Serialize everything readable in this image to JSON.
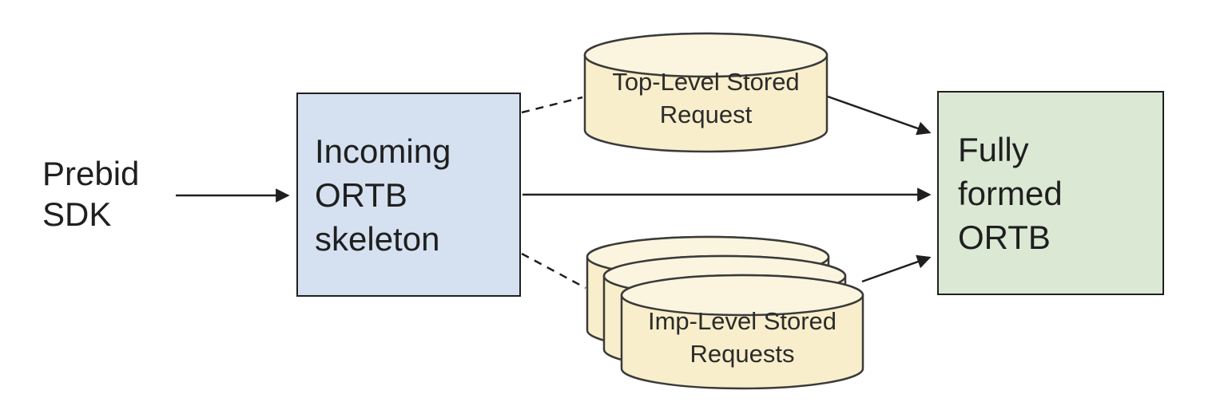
{
  "diagram": {
    "background": "#ffffff",
    "line_color": "#1f1f1f",
    "nodes": {
      "prebid_sdk": {
        "label": "Prebid\nSDK",
        "shape": "text"
      },
      "incoming_ortb": {
        "label": "Incoming\nORTB\nskeleton",
        "shape": "rectangle",
        "fill": "#d5e1f0",
        "border": "#1f1f1f"
      },
      "fully_formed_ortb": {
        "label": "Fully\nformed\nORTB",
        "shape": "rectangle",
        "fill": "#dbe8d4",
        "border": "#1f1f1f"
      },
      "top_level_stored_request": {
        "label": "Top-Level Stored\nRequest",
        "shape": "cylinder",
        "fill": "#f9eecb",
        "top_fill": "#fbf5df",
        "border": "#3a3a3a",
        "stack_count": 1
      },
      "imp_level_stored_requests": {
        "label": "Imp-Level Stored\nRequests",
        "shape": "cylinder-stack",
        "fill": "#f9eecb",
        "top_fill": "#fbf5df",
        "border": "#3a3a3a",
        "stack_count": 3
      }
    },
    "edges": [
      {
        "from": "prebid_sdk",
        "to": "incoming_ortb",
        "style": "solid",
        "arrowhead": true
      },
      {
        "from": "incoming_ortb",
        "to": "top_level_stored_request",
        "style": "dashed",
        "arrowhead": false
      },
      {
        "from": "incoming_ortb",
        "to": "fully_formed_ortb",
        "style": "solid",
        "arrowhead": true
      },
      {
        "from": "incoming_ortb",
        "to": "imp_level_stored_requests",
        "style": "dashed",
        "arrowhead": false
      },
      {
        "from": "top_level_stored_request",
        "to": "fully_formed_ortb",
        "style": "solid",
        "arrowhead": true
      },
      {
        "from": "imp_level_stored_requests",
        "to": "fully_formed_ortb",
        "style": "solid",
        "arrowhead": true
      }
    ]
  }
}
